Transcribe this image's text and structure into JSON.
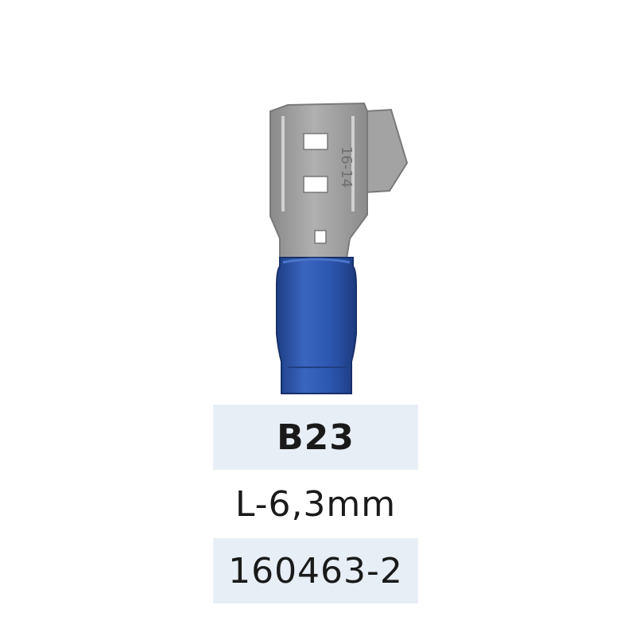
{
  "product": {
    "image_name": "blue insulated female spade terminal",
    "stamp_text": "16-14",
    "colors": {
      "insulation": "#2d55a8",
      "metal": "#9a9a9a",
      "panel": "#e8eef5"
    }
  },
  "labels": {
    "code": "B23",
    "dimension": "L-6,3mm",
    "part_number": "160463-2"
  }
}
